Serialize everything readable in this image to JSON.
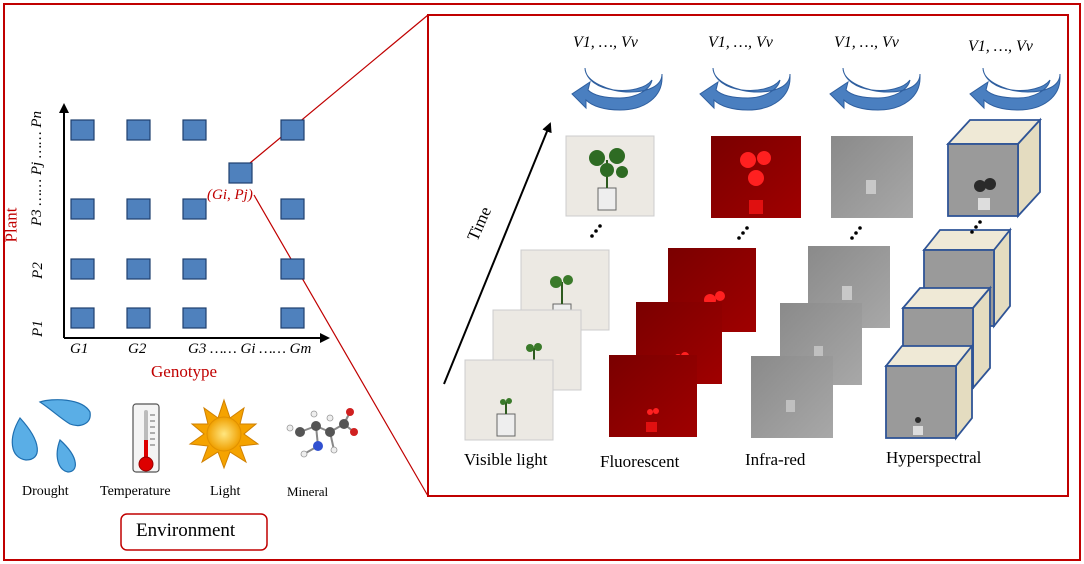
{
  "plot": {
    "y_title": "Plant",
    "x_title": "Genotype",
    "y_ticks": [
      "P1",
      "P2",
      "P3 …… Pj …… Pn"
    ],
    "x_ticks": [
      "G1",
      "G2",
      "G3 …… Gi …… Gm"
    ],
    "highlight_label": "(Gi, Pj)"
  },
  "environment": {
    "title": "Environment",
    "items": [
      {
        "label": "Drought",
        "icon": "water-drops-icon"
      },
      {
        "label": "Temperature",
        "icon": "thermometer-icon"
      },
      {
        "label": "Light",
        "icon": "sun-icon"
      },
      {
        "label": "Mineral",
        "icon": "molecule-icon"
      }
    ]
  },
  "imaging": {
    "time_label": "Time",
    "view_label": "V1, …, Vv",
    "modalities": [
      "Visible light",
      "Fluorescent",
      "Infra-red",
      "Hyperspectral"
    ]
  },
  "colors": {
    "border": "#c00000",
    "square": "#4f81bd",
    "square_edge": "#1f3f6e",
    "axis_text": "#c00000"
  }
}
